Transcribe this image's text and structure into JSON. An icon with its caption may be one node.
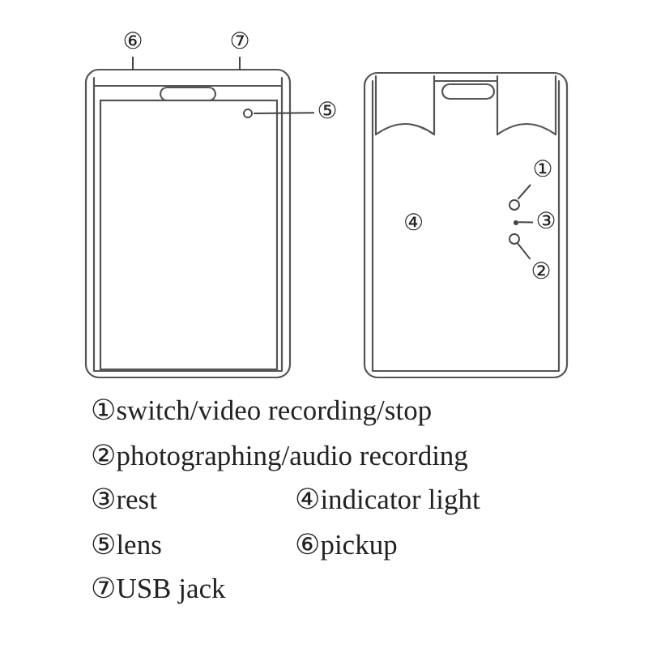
{
  "diagram": {
    "nodes": [
      {
        "text": [
          "⑥"
        ]
      },
      {
        "text": [
          "⑦"
        ]
      },
      {
        "text": [
          "⑤"
        ]
      },
      {
        "text": [],
        "shape": "circle"
      },
      {
        "text": [
          "①"
        ]
      },
      {
        "text": [],
        "shape": "circle"
      },
      {
        "text": [
          "③"
        ]
      },
      {
        "text": [],
        "shape": "circle"
      },
      {
        "text": [
          "②"
        ]
      },
      {
        "text": [],
        "shape": "circle"
      }
    ],
    "edges": [
      {
        "from": 0,
        "to": null,
        "arrow": "none"
      },
      {
        "from": 1,
        "to": null,
        "arrow": "none"
      },
      {
        "from": 2,
        "to": 3,
        "arrow": "none"
      },
      {
        "from": 4,
        "to": 5,
        "arrow": "none"
      },
      {
        "from": 6,
        "to": 7,
        "arrow": "none"
      },
      {
        "from": 8,
        "to": 9,
        "arrow": "none"
      }
    ],
    "labels": [
      "④",
      "①switch/video recording/stop",
      "②photographing/audio recording",
      "③rest",
      "④indicator light",
      "⑤lens",
      "⑥pickup",
      "⑦USB jack"
    ]
  }
}
